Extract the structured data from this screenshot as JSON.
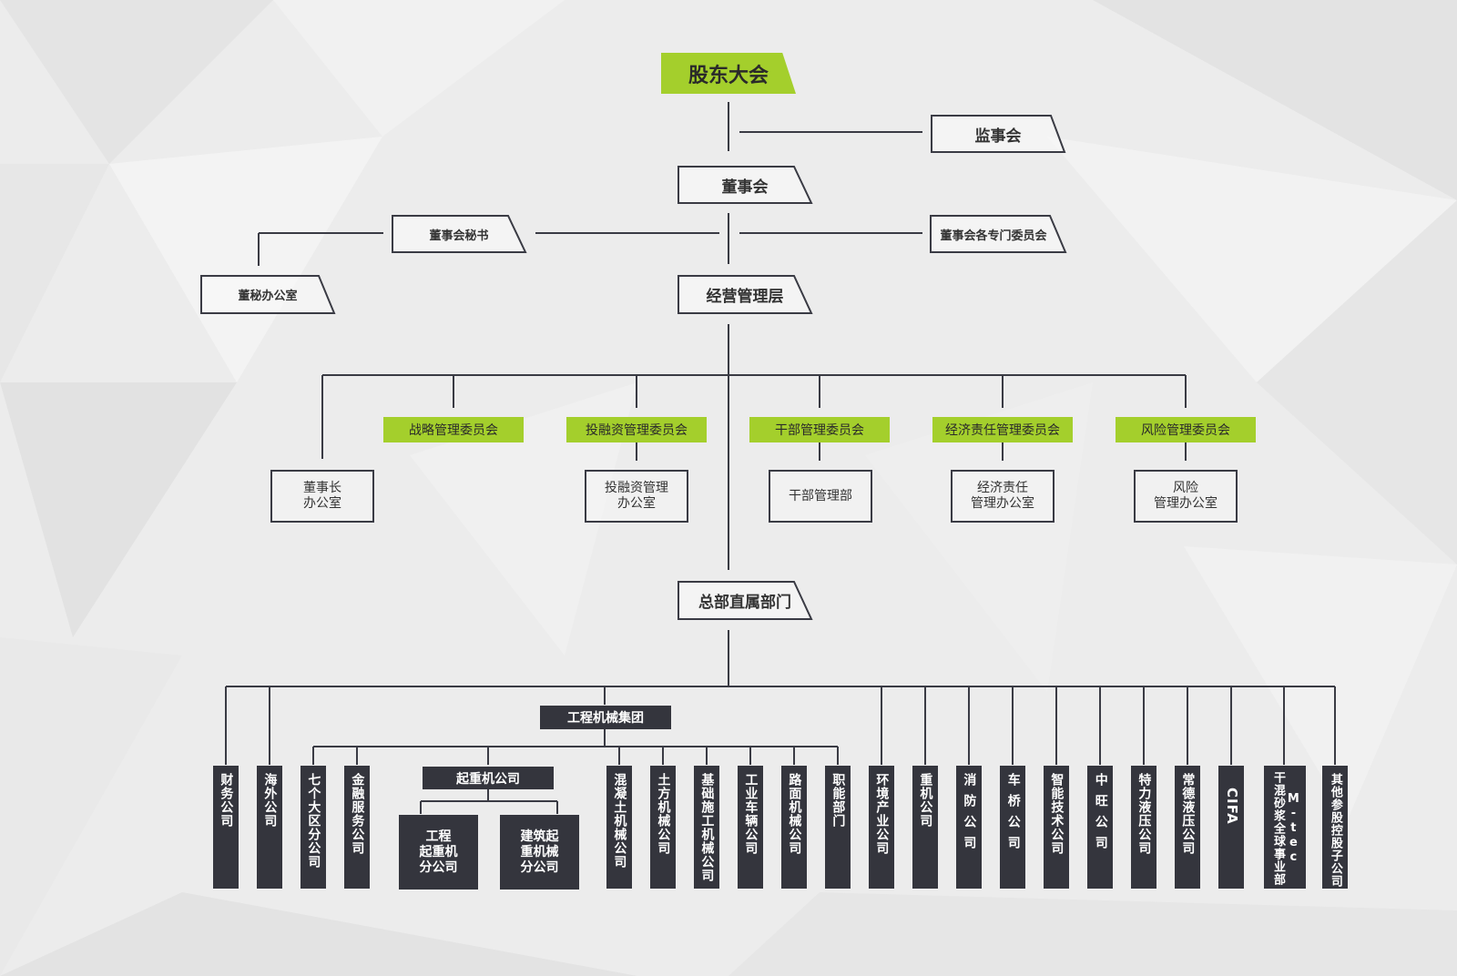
{
  "top": {
    "shareholders": "股东大会",
    "supervisors": "监事会",
    "board": "董事会",
    "board_secretary": "董事会秘书",
    "board_secretary_office": "董秘办公室",
    "board_committees": "董事会各专门委员会",
    "management": "经营管理层"
  },
  "committees": [
    {
      "label": "战略管理委员会"
    },
    {
      "label": "投融资管理委员会",
      "office": "投融资管理\n办公室"
    },
    {
      "label": "干部管理委员会",
      "office": "干部管理部"
    },
    {
      "label": "经济责任管理委员会",
      "office": "经济责任\n管理办公室"
    },
    {
      "label": "风险管理委员会",
      "office": "风险\n管理办公室"
    }
  ],
  "chairman_office": "董事长\n办公室",
  "hq_departments": "总部直属部门",
  "machinery_group": "工程机械集团",
  "crane_company": "起重机公司",
  "crane_branches": [
    "工程\n起重机\n分公司",
    "建筑起\n重机械\n分公司"
  ],
  "units": [
    "财务公司",
    "海外公司",
    "七个大区分公司",
    "金融服务公司",
    "混凝土机械公司",
    "土方机械公司",
    "基础施工机械公司",
    "工业车辆公司",
    "路面机械公司",
    "职能部门",
    "环境产业公司",
    "重机公司",
    "消防公司",
    "车桥公司",
    "智能技术公司",
    "中旺公司",
    "特力液压公司",
    "常德液压公司",
    "CIFA",
    "M-tec\n干混砂浆全球事业部",
    "其他参股控股子公司"
  ]
}
